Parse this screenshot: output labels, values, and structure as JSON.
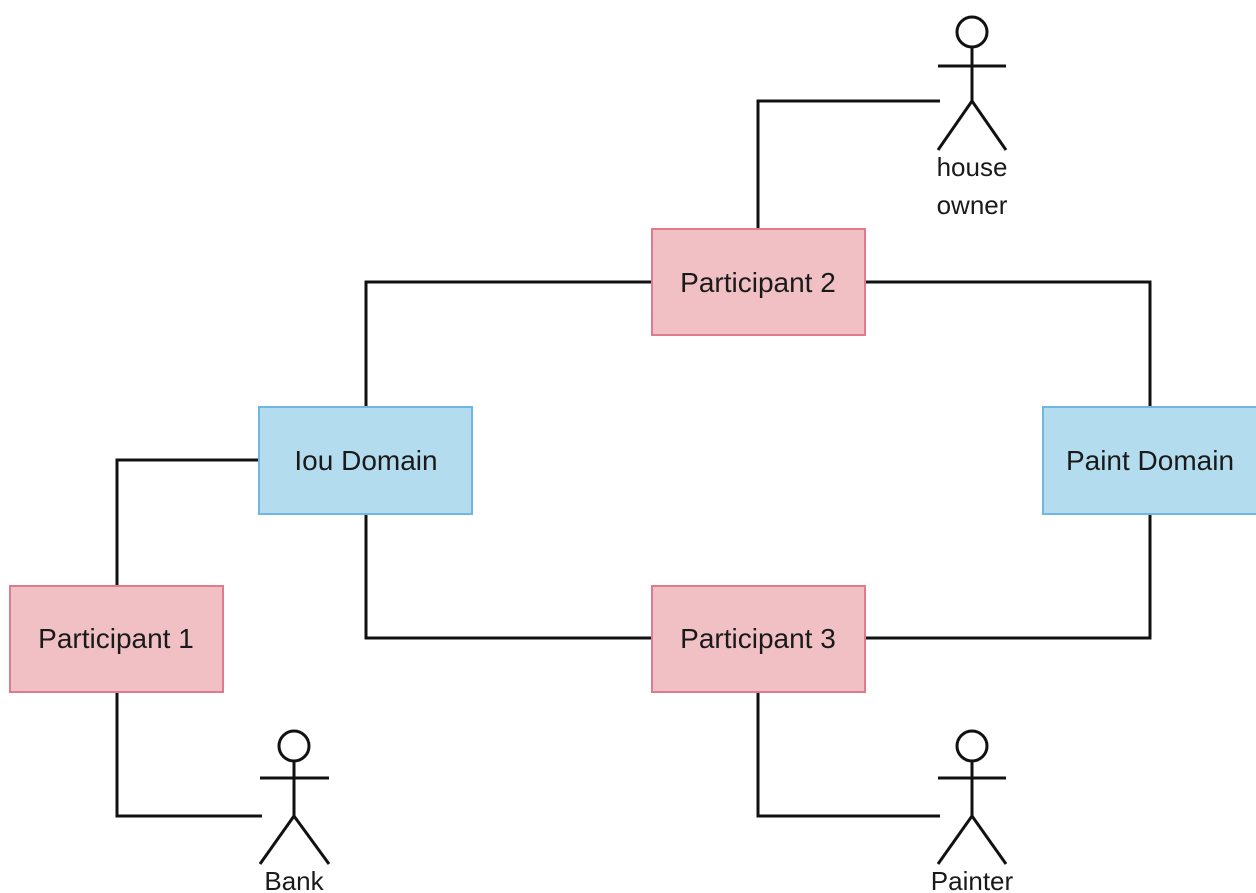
{
  "nodes": {
    "participant_1": {
      "label": "Participant 1",
      "kind": "participant"
    },
    "participant_2": {
      "label": "Participant 2",
      "kind": "participant"
    },
    "participant_3": {
      "label": "Participant 3",
      "kind": "participant"
    },
    "iou_domain": {
      "label": "Iou Domain",
      "kind": "domain"
    },
    "paint_domain": {
      "label": "Paint Domain",
      "kind": "domain"
    }
  },
  "actors": {
    "house_owner": {
      "label_line1": "house",
      "label_line2": "owner"
    },
    "bank": {
      "label": "Bank"
    },
    "painter": {
      "label": "Painter"
    }
  },
  "edges": [
    {
      "from": "house_owner",
      "to": "participant_2"
    },
    {
      "from": "participant_2",
      "to": "iou_domain"
    },
    {
      "from": "participant_2",
      "to": "paint_domain"
    },
    {
      "from": "iou_domain",
      "to": "participant_1"
    },
    {
      "from": "iou_domain",
      "to": "participant_3"
    },
    {
      "from": "paint_domain",
      "to": "participant_3"
    },
    {
      "from": "participant_1",
      "to": "bank"
    },
    {
      "from": "participant_3",
      "to": "painter"
    }
  ],
  "colors": {
    "participant_fill": "#f0c0c4",
    "participant_border": "#e17a8c",
    "domain_fill": "#b4dcef",
    "domain_border": "#6fb6e0",
    "line": "#111111"
  },
  "icons": {
    "actor": "stick-figure-icon"
  }
}
